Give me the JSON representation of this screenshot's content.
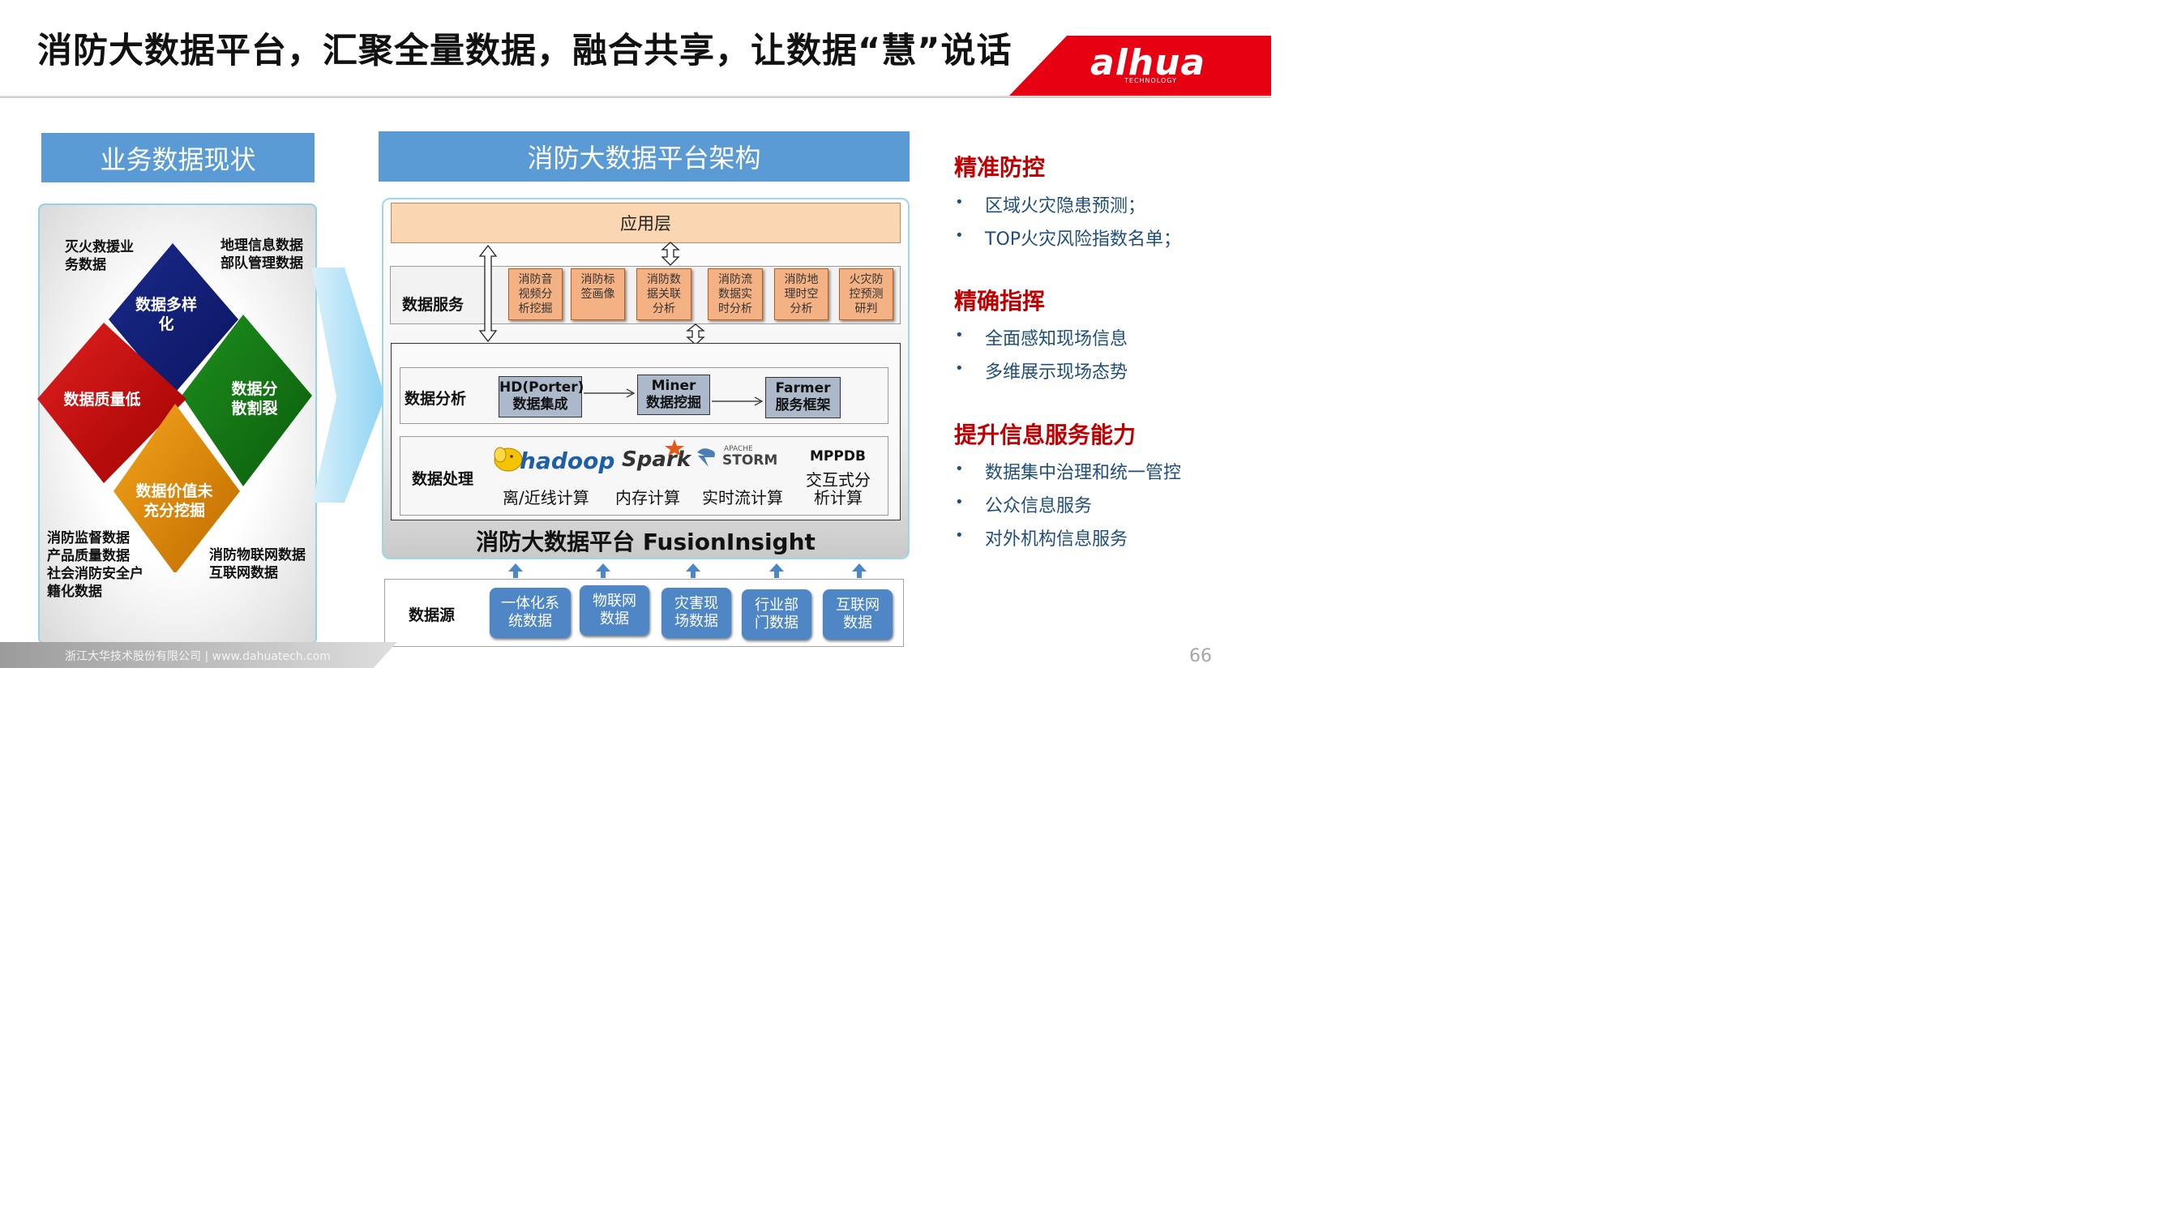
{
  "slide": {
    "title": "消防大数据平台，汇聚全量数据，融合共享，让数据“慧”说话",
    "page_number": "66",
    "footer": "浙江大华技术股份有限公司  |  www.dahuatech.com"
  },
  "logo": {
    "name": "alhua",
    "sub": "TECHNOLOGY",
    "color": "#e60012"
  },
  "left": {
    "header": "业务数据现状",
    "corner_labels": {
      "top_left": "灭火救援业\n务数据",
      "top_right": "地理信息数据\n部队管理数据",
      "bottom_left": "消防监督数据\n产品质量数据\n社会消防安全户\n籍化数据",
      "bottom_right": "消防物联网数据\n互联网数据"
    },
    "diamonds": {
      "blue": "数据多样\n化",
      "red": "数据质量低",
      "green": "数据分\n散割裂",
      "orange": "数据价值未\n充分挖掘"
    }
  },
  "center": {
    "header": "消防大数据平台架构",
    "app_layer": "应用层",
    "data_service": {
      "label": "数据服务",
      "items": [
        "消防音\n视频分\n析挖掘",
        "消防标\n签画像",
        "消防数\n据关联\n分析",
        "消防流\n数据实\n时分析",
        "消防地\n理时空\n分析",
        "火灾防\n控预测\n研判"
      ]
    },
    "analysis": {
      "label": "数据分析",
      "items": [
        "HD(Porter)\n数据集成",
        "Miner\n数据挖掘",
        "Farmer\n服务框架"
      ]
    },
    "processing": {
      "label": "数据处理",
      "logos": [
        "hadoop",
        "Spark",
        "APACHE",
        "STORM",
        "MPPDB"
      ],
      "items": [
        "离/近线计算",
        "内存计算",
        "实时流计算",
        "交互式分\n析计算"
      ]
    },
    "platform_name": "消防大数据平台 FusionInsight",
    "source": {
      "label": "数据源",
      "items": [
        "一体化系\n统数据",
        "物联网\n数据",
        "灾害现\n场数据",
        "行业部\n门数据",
        "互联网\n数据"
      ]
    }
  },
  "right": {
    "sections": [
      {
        "heading": "精准防控",
        "items": [
          "区域火灾隐患预测；",
          "TOP火灾风险指数名单；"
        ]
      },
      {
        "heading": "精确指挥",
        "items": [
          "全面感知现场信息",
          "多维展示现场态势"
        ]
      },
      {
        "heading": "提升信息服务能力",
        "items": [
          "数据集中治理和统一管控",
          "公众信息服务",
          "对外机构信息服务"
        ]
      }
    ],
    "bullet": "•"
  }
}
